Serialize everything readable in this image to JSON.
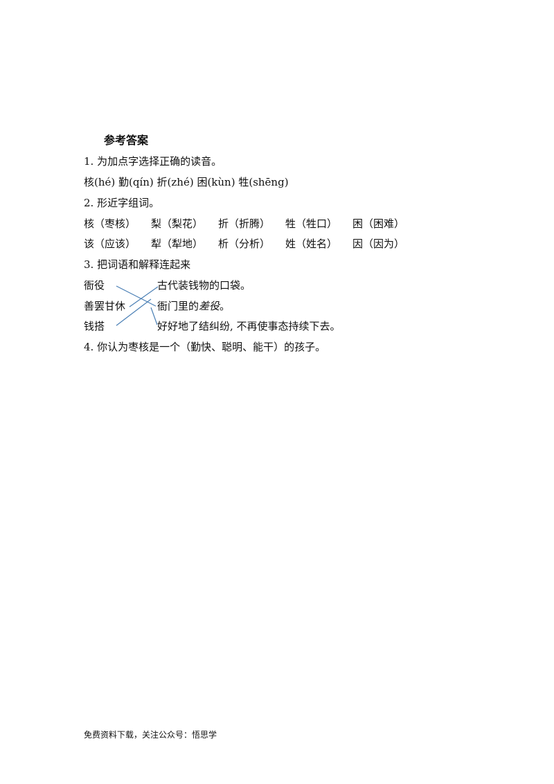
{
  "title": "参考答案",
  "q1": {
    "heading": "1. 为加点字选择正确的读音。",
    "answer": "核(hé) 勤(qín) 折(zhé) 困(kùn) 牲(shēng)"
  },
  "q2": {
    "heading": "2. 形近字组词。",
    "rows": [
      [
        "核（枣核）",
        "梨（梨花）",
        "折（折腾）",
        "牲（牲口）",
        "困（困难）"
      ],
      [
        "该（应该）",
        "犁（犁地）",
        "析（分析）",
        "姓（姓名）",
        "因（因为）"
      ]
    ]
  },
  "q3": {
    "heading": "3. 把词语和解释连起来",
    "left": [
      "衙役",
      "善罢甘休",
      "钱搭"
    ],
    "right": {
      "r1": "古代装钱物的口袋。",
      "r2_prefix": "衙门里的",
      "r2_italic": "差役",
      "r2_suffix": "。",
      "r3": "好好地了结纠纷, 不再使事态持续下去。"
    },
    "line_color": "#4a7fb5"
  },
  "q4": {
    "answer": "4. 你认为枣核是一个（勤快、聪明、能干）的孩子。"
  },
  "footer": "免费资料下载，关注公众号：悟思学"
}
